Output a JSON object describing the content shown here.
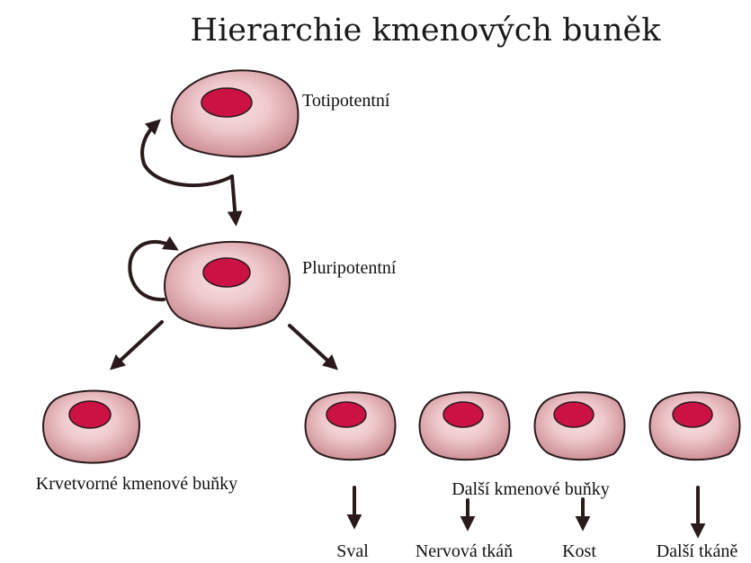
{
  "title": "Hierarchie kmenových buněk",
  "colors": {
    "cell_outer": "#c98990",
    "cell_inner": "#f7e2e3",
    "cell_outline": "#2a1a1c",
    "nucleus": "#cc1244",
    "arrow": "#2a1a1c"
  },
  "nodes": {
    "totipotent": {
      "label": "Totipotentní"
    },
    "pluripotent": {
      "label": "Pluripotentní"
    },
    "hematopoietic": {
      "label": "Krvetvorné kmenové buňky"
    },
    "other_stem_cells": {
      "label": "Další kmenové buňky"
    }
  },
  "outputs": {
    "muscle": "Sval",
    "nerve": "Nervová tkáň",
    "bone": "Kost",
    "other_tissues": "Další tkáně"
  }
}
